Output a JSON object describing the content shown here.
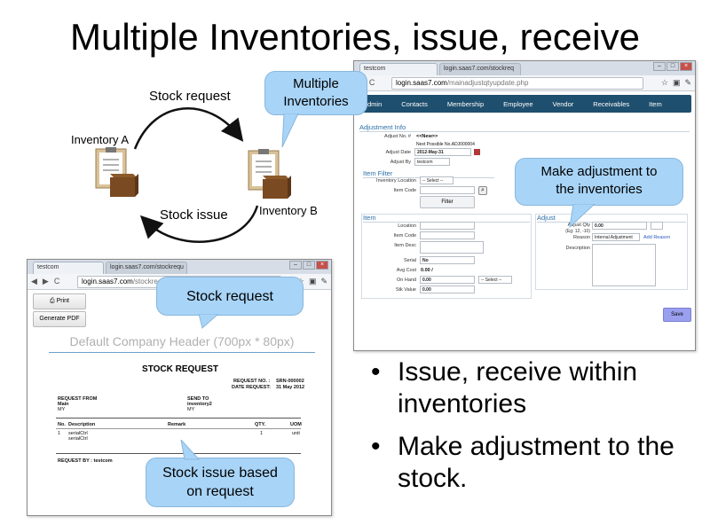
{
  "slide": {
    "title": "Multiple Inventories, issue, receive"
  },
  "diagram": {
    "stock_request_label": "Stock request",
    "stock_issue_label": "Stock issue",
    "inventory_a_label": "Inventory A",
    "inventory_b_label": "Inventory B"
  },
  "callouts": {
    "multiple_inventories": [
      "Multiple",
      "Inventories"
    ],
    "make_adjustment": [
      "Make adjustment to",
      "the inventories"
    ],
    "stock_request": "Stock request",
    "stock_issue": [
      "Stock issue based",
      "on request"
    ]
  },
  "browser_adjust": {
    "tab_title": "testcom",
    "tab2_title": "login.saas7.com/stockreq",
    "url_host": "login.saas7.com",
    "url_path": "/mainadjustqtyupdate.php",
    "nav": [
      "Admin",
      "Contacts",
      "Membership",
      "Employee",
      "Vendor",
      "Receivables",
      "Item"
    ],
    "adjustment_info_heading": "Adjustment Info",
    "adjust_no_label": "Adjust No. #",
    "adjust_no_value": "<<New>>",
    "next_possible": "Next Possible No.ADJ000004",
    "adjust_date_label": "Adjust Date",
    "adjust_date_value": "2012-May-31",
    "adjust_by_label": "Adjust By",
    "adjust_by_value": "testcom",
    "item_filter_heading": "Item Filter",
    "inventory_location_label": "Inventory Location",
    "inventory_location_value": "-- Select --",
    "item_code_label": "Item Code",
    "filter_button": "Filter",
    "item_heading": "Item",
    "location_label": "Location",
    "item_code_label2": "Item Code",
    "item_desc_label": "Item Desc",
    "serial_label": "Serial",
    "serial_value": "No",
    "avg_cost_label": "Avg Cost",
    "avg_cost_value": "0.00 /",
    "on_hand_label": "On Hand",
    "on_hand_value": "0.00",
    "on_hand_select": "-- Select --",
    "stk_value_label": "Stk Value",
    "stk_value_value": "0.00",
    "adjust_heading": "Adjust",
    "adjust_qty_label": "Adjust Qty",
    "adjust_qty_hint": "(Eg: 12, -10)",
    "adjust_qty_value": "0.00",
    "reason_label": "Reason",
    "reason_value": "Internal Adjustment",
    "add_reason_link": "Add Reason",
    "description_label": "Description",
    "save_button": "Save"
  },
  "browser_request": {
    "tab_title": "testcom",
    "tab2_title": "login.saas7.com/stockrequ",
    "url_host": "login.saas7.com",
    "url_path": "/stockrequestview",
    "print_button": "Print",
    "pdf_button": "Generate PDF",
    "company_header": "Default Company Header (700px * 80px)",
    "doc_title": "STOCK REQUEST",
    "request_no_label": "REQUEST NO. :",
    "request_no_value": "SRN-000002",
    "date_request_label": "DATE REQUEST:",
    "date_request_value": "31 May 2012",
    "request_from_label": "REQUEST FROM",
    "request_from_line1": "Main",
    "request_from_line2": "MY",
    "send_to_label": "SEND TO",
    "send_to_line1": "inventory2",
    "send_to_line2": "MY",
    "col_no": "No.",
    "col_description": "Description",
    "col_remark": "Remark",
    "col_qty": "QTY.",
    "col_uom": "UOM",
    "row_no": "1",
    "row_desc1": "serialCtrl",
    "row_desc2": "serialCtrl",
    "row_qty": "1",
    "row_uom": "unit",
    "request_by": "REQUEST BY : testcom"
  },
  "bullets": [
    "Issue, receive within inventories",
    "Make adjustment to the stock."
  ]
}
